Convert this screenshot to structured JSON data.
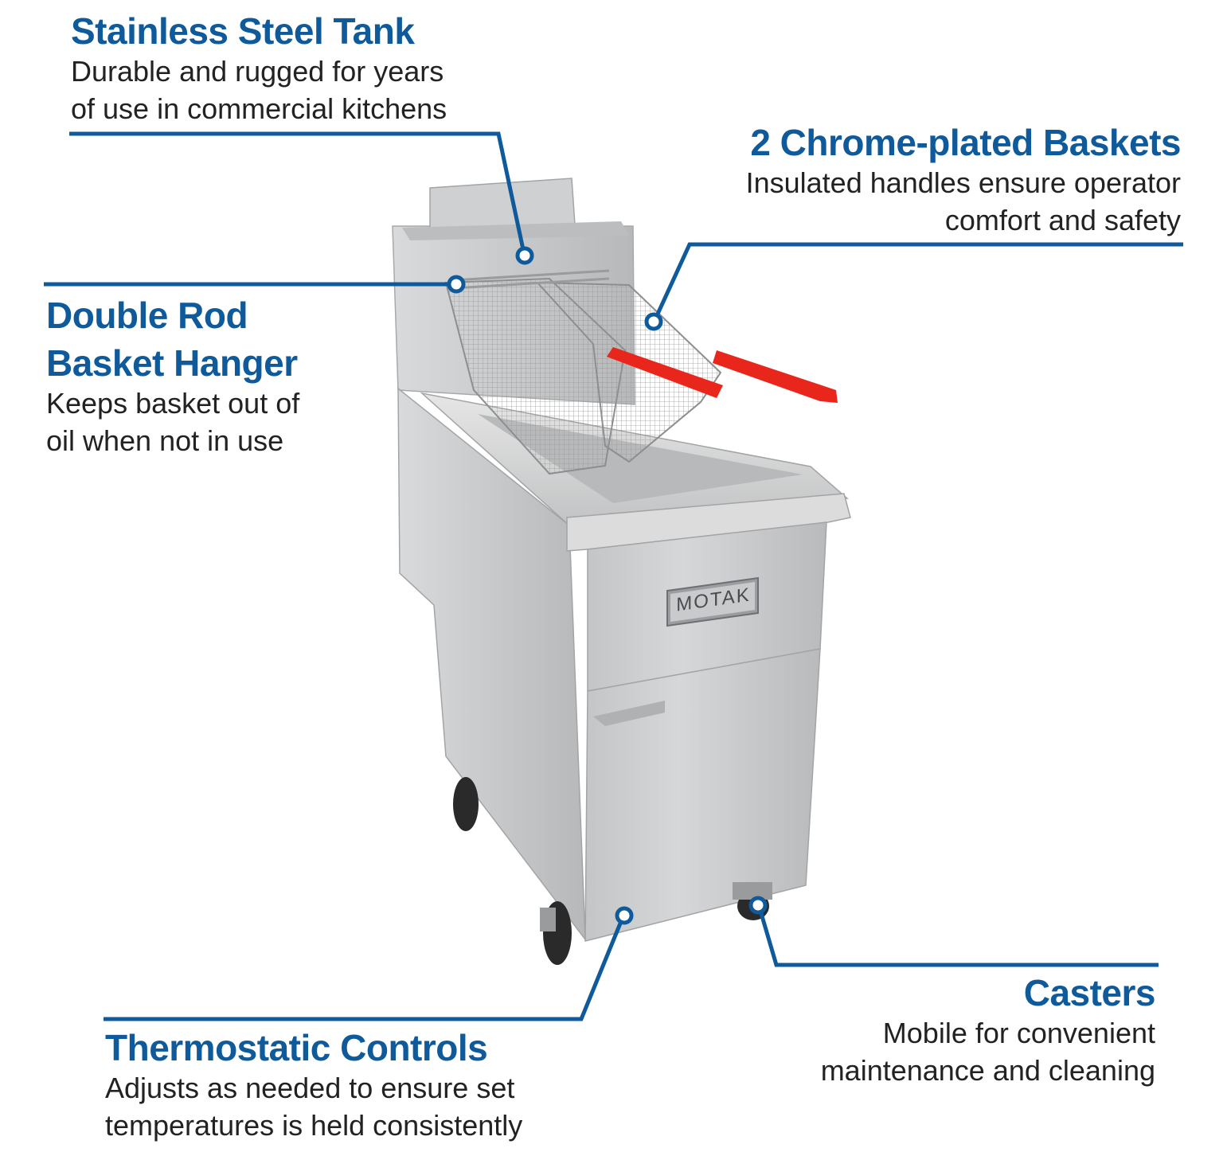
{
  "brand": {
    "accent_color": "#0f5a9a",
    "text_color": "#222222",
    "handle_color": "#e8261c"
  },
  "product": {
    "name_plate": "MOTAK",
    "image_description": "commercial floor fryer"
  },
  "callouts": {
    "tank": {
      "title": "Stainless Steel Tank",
      "line1": "Durable and rugged for years",
      "line2": "of use in commercial kitchens"
    },
    "baskets": {
      "title": "2 Chrome-plated Baskets",
      "line1": "Insulated handles ensure operator",
      "line2": "comfort and safety"
    },
    "hanger": {
      "title_line1": "Double Rod",
      "title_line2": "Basket Hanger",
      "line1": "Keeps basket out of",
      "line2": "oil when not in use"
    },
    "thermostat": {
      "title": "Thermostatic Controls",
      "line1": "Adjusts as needed to ensure set",
      "line2": "temperatures is held consistently"
    },
    "casters": {
      "title": "Casters",
      "line1": "Mobile for convenient",
      "line2": "maintenance and cleaning"
    }
  }
}
